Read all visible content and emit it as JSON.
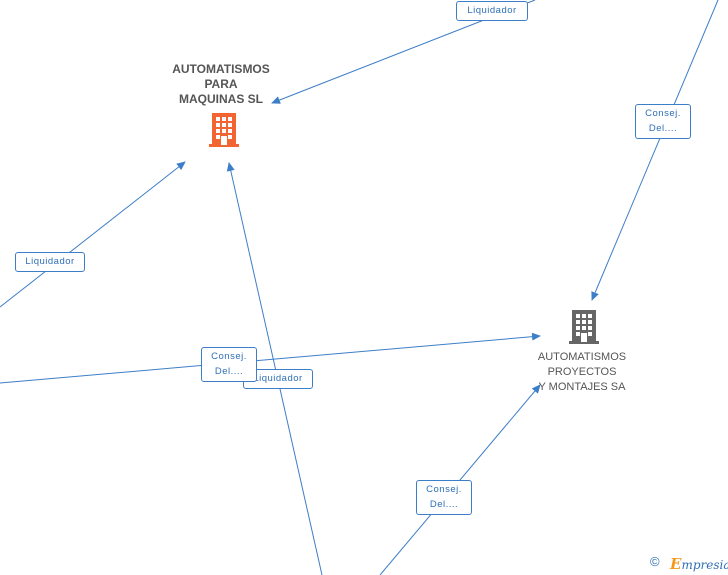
{
  "nodes": {
    "automatismos_para_maquinas": {
      "label": "AUTOMATISMOS\nPARA\nMAQUINAS SL",
      "color": "#f26532",
      "icon": "building-icon"
    },
    "automatismos_proyectos": {
      "label": "AUTOMATISMOS\nPROYECTOS\nY MONTAJES SA",
      "color": "#666666",
      "icon": "building-icon"
    }
  },
  "edges": [
    {
      "label": "Liquidador"
    },
    {
      "label": "Consej.\nDel...."
    },
    {
      "label": "Liquidador"
    },
    {
      "label": "Consej.\nDel...."
    },
    {
      "label": "Liquidador"
    },
    {
      "label": "Consej.\nDel...."
    }
  ],
  "colors": {
    "edge": "#3d7ec8",
    "edge_label_text": "#2f6fb5"
  },
  "footer": {
    "copyright": "©",
    "brand_initial": "E",
    "brand_rest": "mpresia"
  }
}
